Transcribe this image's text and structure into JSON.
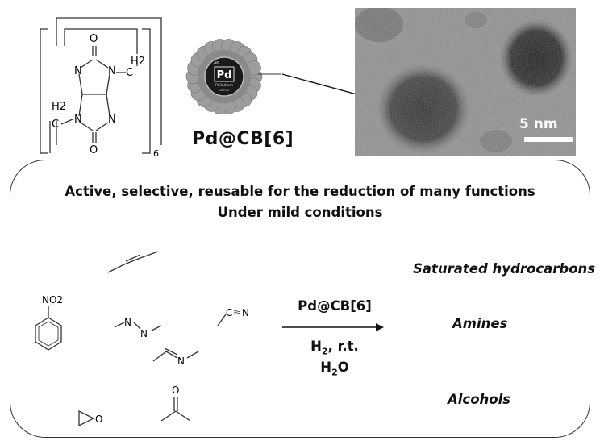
{
  "catalyst_label": "Pd@CB[6]",
  "cb6": {
    "atoms": [
      "N",
      "N",
      "N",
      "N",
      "O",
      "O",
      "H2",
      "H2",
      "C",
      "C"
    ],
    "repeat": "6"
  },
  "pd_badge": {
    "number": "46",
    "symbol": "Pd",
    "name": "Palladium",
    "mass": "106.42"
  },
  "tem": {
    "scale": "5 nm"
  },
  "box": {
    "line1": "Active, selective, reusable for the reduction of many functions",
    "line2": "Under mild conditions"
  },
  "reaction": {
    "catalyst": "Pd@CB[6]",
    "conditions": [
      "H",
      "2",
      ", r.t."
    ],
    "solvent": [
      "H",
      "2",
      "O"
    ]
  },
  "substrates": {
    "nitro": "NO2",
    "azo": [
      "N",
      "N"
    ],
    "nitrile": [
      "C",
      "N"
    ],
    "imine": "N",
    "epoxide": "O",
    "ketone": "O"
  },
  "products": [
    "Saturated hydrocarbons",
    "Amines",
    "Alcohols"
  ]
}
